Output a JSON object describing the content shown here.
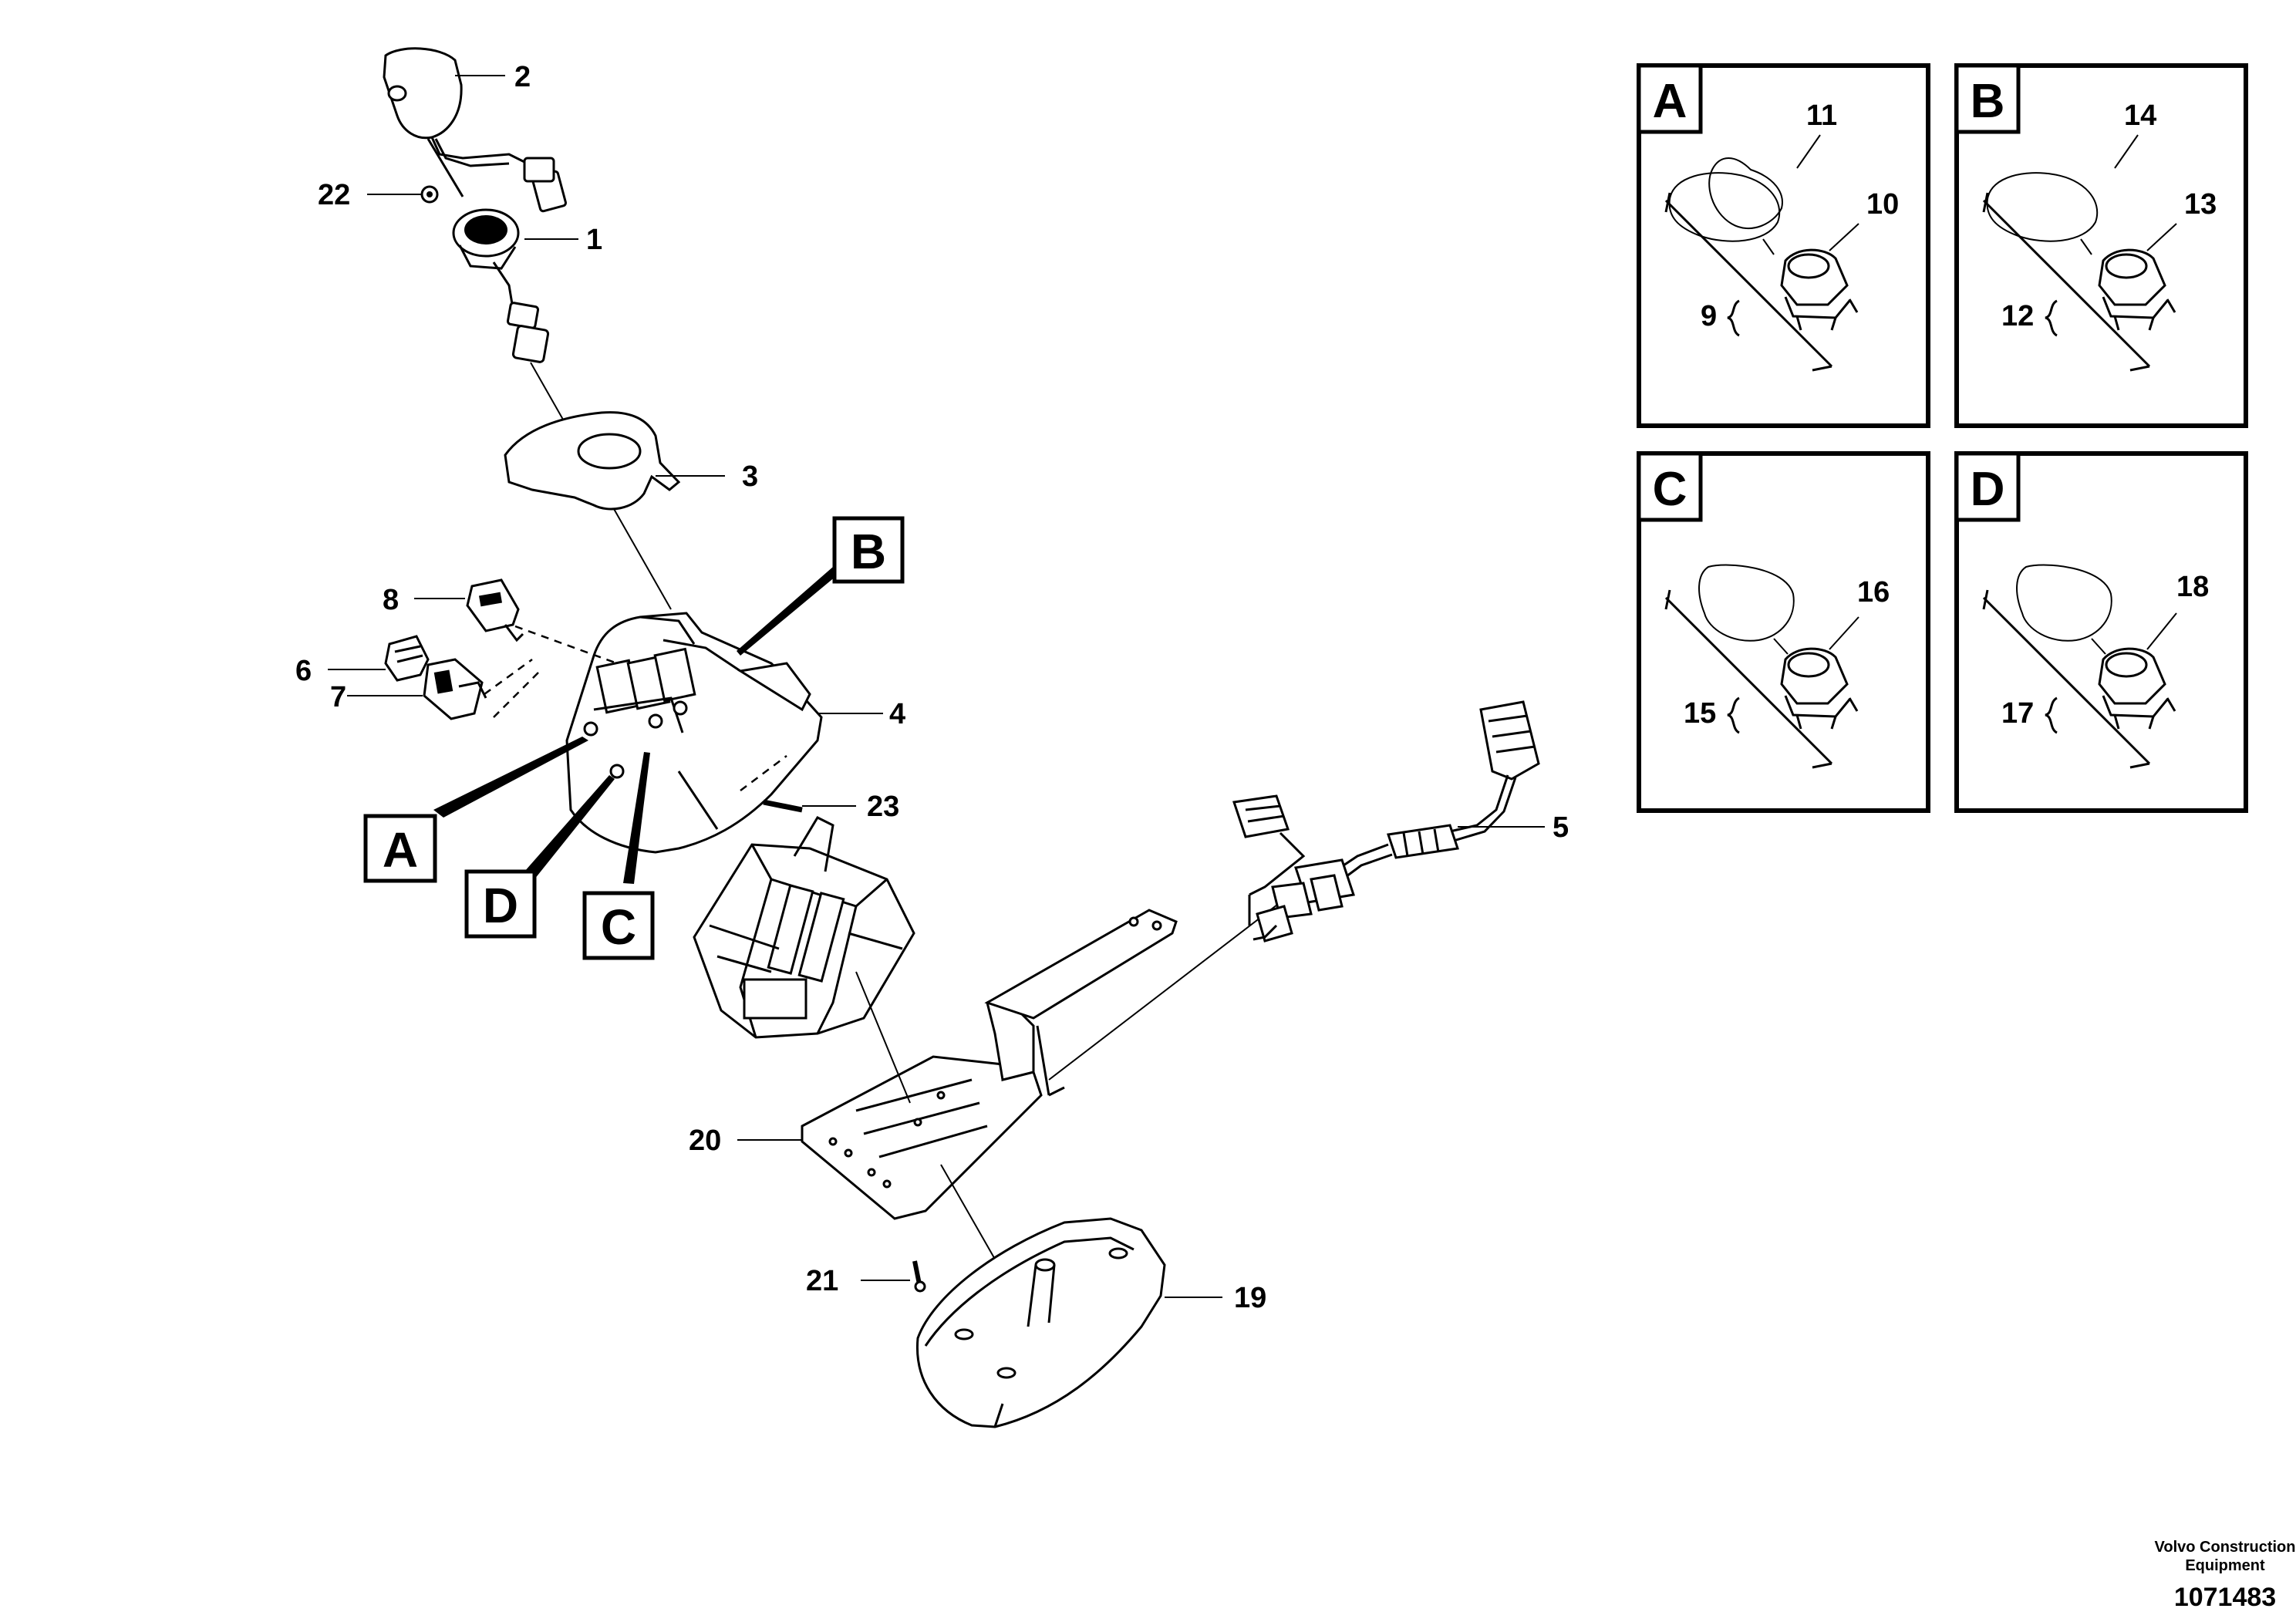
{
  "callouts": {
    "c1": "1",
    "c2": "2",
    "c3": "3",
    "c4": "4",
    "c5": "5",
    "c6": "6",
    "c7": "7",
    "c8": "8",
    "c19": "19",
    "c20": "20",
    "c21": "21",
    "c22": "22",
    "c23": "23"
  },
  "detail_markers": {
    "a": "A",
    "b": "B",
    "c": "C",
    "d": "D"
  },
  "insets": [
    {
      "letter": "A",
      "knob": "11",
      "switch": "10",
      "panel": "9"
    },
    {
      "letter": "B",
      "knob": "14",
      "switch": "13",
      "panel": "12"
    },
    {
      "letter": "C",
      "switch": "16",
      "panel": "15"
    },
    {
      "letter": "D",
      "switch": "18",
      "panel": "17"
    }
  ],
  "footer": {
    "company_line1": "Volvo Construction",
    "company_line2": "Equipment",
    "drawing_number": "1071483"
  }
}
